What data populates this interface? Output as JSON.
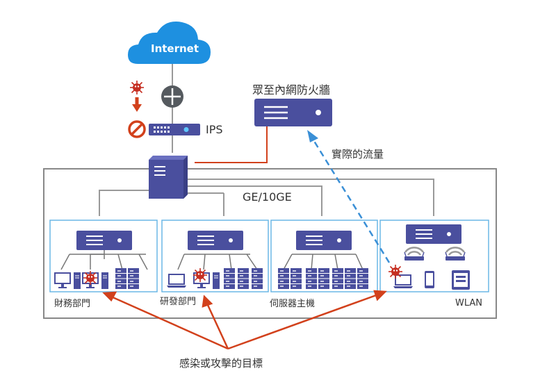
{
  "cloud_label": "Internet",
  "ips_label": "IPS",
  "firewall_label": "眾至內網防火牆",
  "flow_label": "實際的流量",
  "backbone_label": "GE/10GE",
  "departments": [
    {
      "label": "財務部門"
    },
    {
      "label": "研發部門"
    },
    {
      "label": "伺服器主機"
    },
    {
      "label": "WLAN"
    }
  ],
  "target_label": "感染或攻擊的目標",
  "colors": {
    "device_blue": "#4a4f9e",
    "cloud_blue": "#1e90e0",
    "attack_red": "#d2411c",
    "flow_dashed": "#3a8fd6",
    "panel_border": "#6ab7e6",
    "frame_border": "#888888",
    "line_gray": "#999999"
  },
  "icons": [
    "cloud-icon",
    "virus-icon",
    "router-icon",
    "blocked-icon",
    "ips-appliance-icon",
    "core-switch-icon",
    "firewall-appliance-icon",
    "server-icon",
    "desktop-icon",
    "laptop-icon",
    "wireless-ap-icon",
    "phone-icon",
    "tablet-icon"
  ]
}
